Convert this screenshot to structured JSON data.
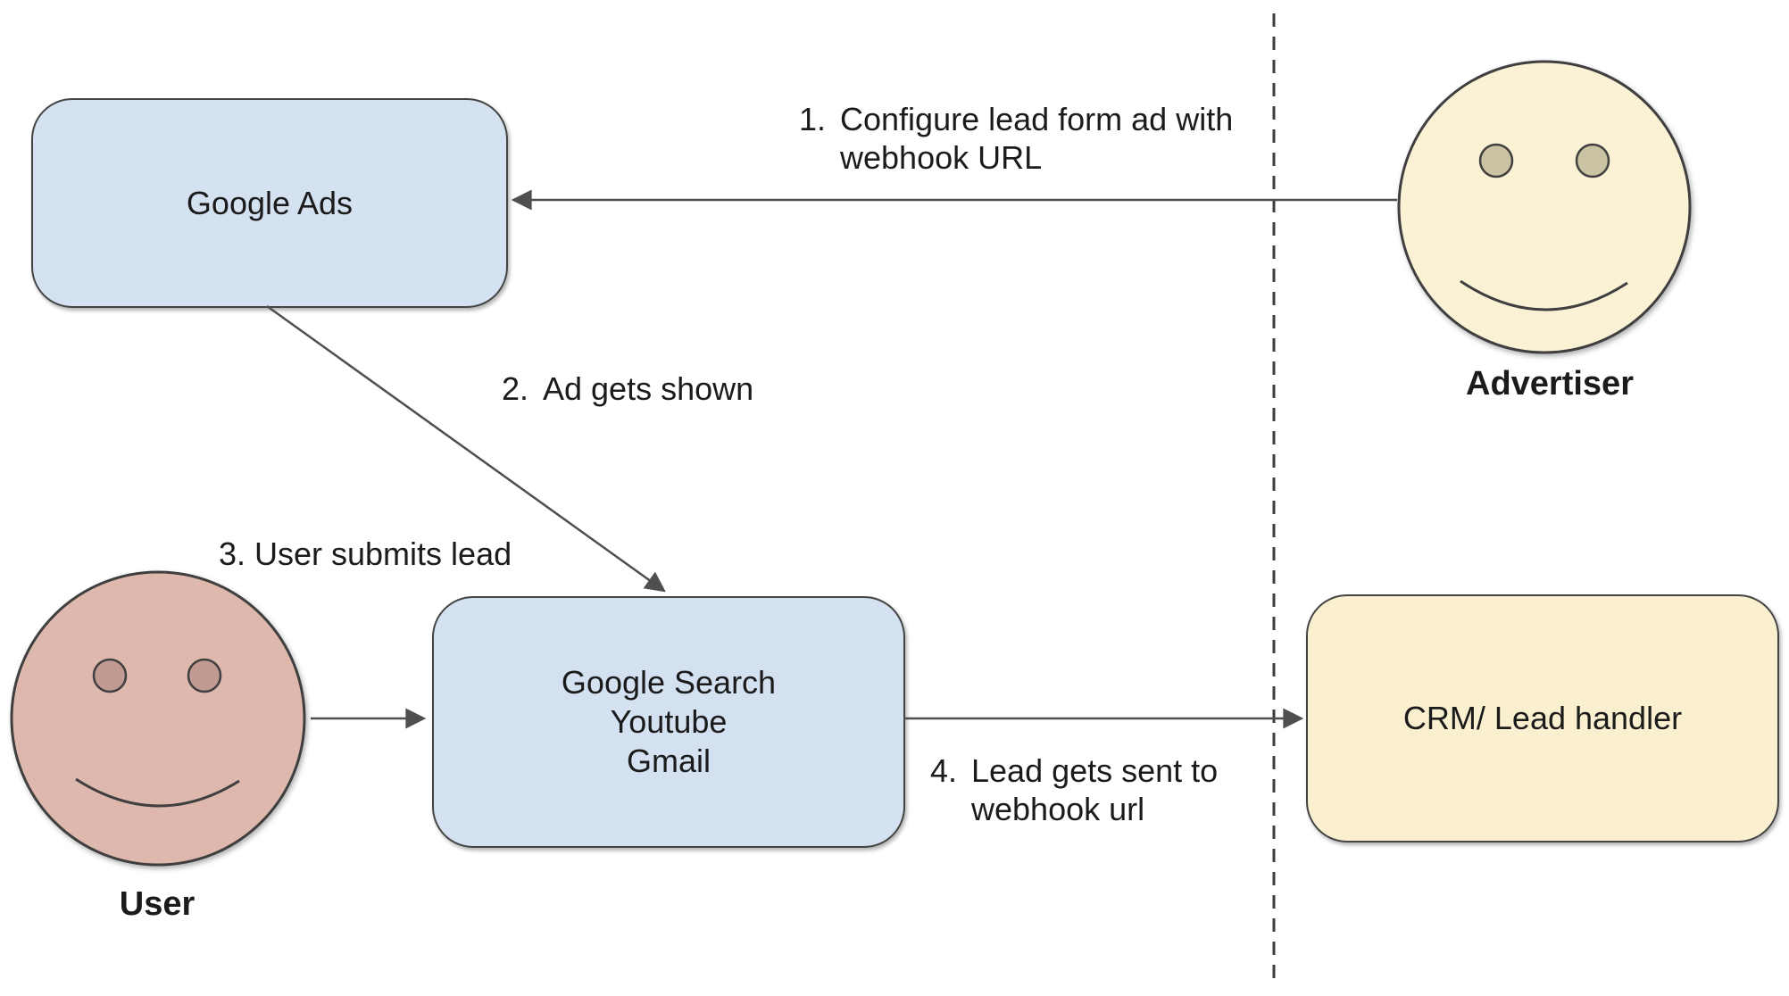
{
  "colors": {
    "node_blue_fill": "#d3e1f0",
    "node_yellow_fill": "#faf0d0",
    "face_cream_fill": "#fbf2d6",
    "face_cream_eye": "#c9c2a3",
    "face_pink_fill": "#deb8ad",
    "face_pink_eye": "#c19a91",
    "shape_border": "#444444",
    "connector_line": "#4f4f4f",
    "text": "#1b1b1b"
  },
  "nodes": {
    "google_ads": {
      "label": "Google Ads"
    },
    "platforms": {
      "lines": [
        "Google Search",
        "Youtube",
        "Gmail"
      ]
    },
    "crm": {
      "label": "CRM/ Lead handler"
    }
  },
  "actors": {
    "advertiser": {
      "label": "Advertiser"
    },
    "user": {
      "label": "User"
    }
  },
  "steps": [
    {
      "number": "1.",
      "lines": [
        "Configure lead form ad with",
        "webhook URL"
      ]
    },
    {
      "number": "2.",
      "lines": [
        "Ad gets shown"
      ]
    },
    {
      "number": "3.",
      "lines": [
        "User submits lead"
      ]
    },
    {
      "number": "4.",
      "lines": [
        "Lead gets sent to",
        "webhook url"
      ]
    }
  ]
}
